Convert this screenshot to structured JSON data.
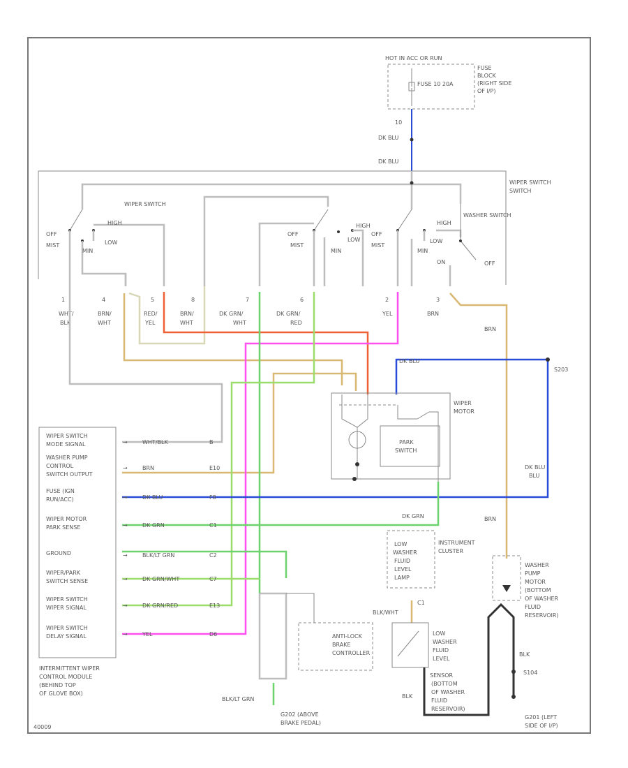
{
  "header": {
    "hot_label": "HOT IN ACC OR RUN",
    "fuse_block_label": "FUSE BLOCK (RIGHT SIDE OF I/P)",
    "fuse_label": "FUSE 10 20A"
  },
  "wires": {
    "w_10": "10",
    "dk_blu_1": "DK BLU",
    "dk_blu_2": "DK BLU",
    "dk_blu_3": "DK BLU",
    "dk_blu_right": "DK BLU",
    "s203": "S203",
    "dk_grn": "DK GRN",
    "brn_right": "BRN",
    "brn_lower": "BRN",
    "blk_grn": "BLK/LT GRN",
    "blk_wht_c1": "BLK/WHT",
    "c1": "C1",
    "blk_1": "BLK",
    "blk_2": "BLK",
    "s104": "S104"
  },
  "switch": {
    "title": "WIPER SWITCH",
    "wiper_switch_top": "WIPER SWITCH",
    "washer_switch": "WASHER SWITCH",
    "off": "OFF",
    "mist": "MIST",
    "min": "MIN",
    "low": "LOW",
    "high": "HIGH",
    "on": "ON",
    "pins": [
      {
        "num": "1",
        "color1": "WHT/",
        "color2": "BLK"
      },
      {
        "num": "4",
        "color1": "BRN/",
        "color2": "WHT"
      },
      {
        "num": "5",
        "color1": "RED/",
        "color2": "YEL"
      },
      {
        "num": "8",
        "color1": "BRN/",
        "color2": "WHT"
      },
      {
        "num": "7",
        "color1": "DK GRN/",
        "color2": "WHT"
      },
      {
        "num": "6",
        "color1": "DK GRN/",
        "color2": "RED"
      },
      {
        "num": "2",
        "color1": "YEL",
        "color2": ""
      },
      {
        "num": "3",
        "color1": "BRN",
        "color2": ""
      }
    ]
  },
  "motor": {
    "label1": "WIPER",
    "label2": "MOTOR",
    "park1": "PARK",
    "park2": "SWITCH"
  },
  "module": {
    "rows": [
      {
        "l1": "WIPER SWITCH",
        "l2": "MODE SIGNAL",
        "l3": "",
        "wire": "WHT/BLK",
        "pin": "B"
      },
      {
        "l1": "WASHER PUMP",
        "l2": "CONTROL",
        "l3": "SWITCH OUTPUT",
        "wire": "BRN",
        "pin": "E10"
      },
      {
        "l1": "FUSE (IGN",
        "l2": "RUN/ACC)",
        "l3": "",
        "wire": "DK BLU",
        "pin": "F8"
      },
      {
        "l1": "WIPER MOTOR",
        "l2": "PARK SENSE",
        "l3": "",
        "wire": "DK GRN",
        "pin": "C1"
      },
      {
        "l1": "GROUND",
        "l2": "",
        "l3": "",
        "wire": "BLK/LT GRN",
        "pin": "C2"
      },
      {
        "l1": "WIPER/PARK",
        "l2": "SWITCH SENSE",
        "l3": "",
        "wire": "DK GRN/WHT",
        "pin": "C7"
      },
      {
        "l1": "WIPER SWITCH",
        "l2": "WIPER SIGNAL",
        "l3": "",
        "wire": "DK GRN/RED",
        "pin": "E13"
      },
      {
        "l1": "WIPER SWITCH",
        "l2": "DELAY SIGNAL",
        "l3": "",
        "wire": "YEL",
        "pin": "D6"
      }
    ],
    "name_lines": [
      "INTERMITTENT WIPER",
      "CONTROL MODULE",
      "(BEHIND TOP",
      "OF GLOVE BOX)"
    ]
  },
  "cluster": {
    "l1": "INSTRUMENT",
    "l2": "CLUSTER",
    "lamp": [
      "LOW",
      "WASHER",
      "FLUID",
      "LEVEL",
      "LAMP"
    ]
  },
  "abs": {
    "l1": "ANTI-LOCK",
    "l2": "BRAKE",
    "l3": "CONTROLLER"
  },
  "sensor": {
    "lines": [
      "LOW",
      "WASHER",
      "FLUID",
      "LEVEL"
    ],
    "name": [
      "SENSOR",
      "(BOTTOM",
      "OF WASHER",
      "FLUID",
      "RESERVOIR)"
    ]
  },
  "pump": {
    "lines": [
      "WASHER",
      "PUMP",
      "MOTOR",
      "(BOTTOM",
      "OF WASHER",
      "FLUID",
      "RESERVOIR)"
    ]
  },
  "grounds": {
    "g1": [
      "G202 (ABOVE",
      "BRAKE PEDAL)"
    ],
    "g2": [
      "G201 (LEFT",
      "SIDE OF I/P)"
    ]
  },
  "footer": {
    "code": "40009"
  },
  "colors": {
    "dk_blu": "#2a4bd7",
    "brn": "#d8b872",
    "red_yel": "#f06035",
    "yel": "#ff4ff0",
    "dk_grn": "#6bd36b",
    "gray_wire": "#bdbdbd",
    "black": "#333333"
  }
}
